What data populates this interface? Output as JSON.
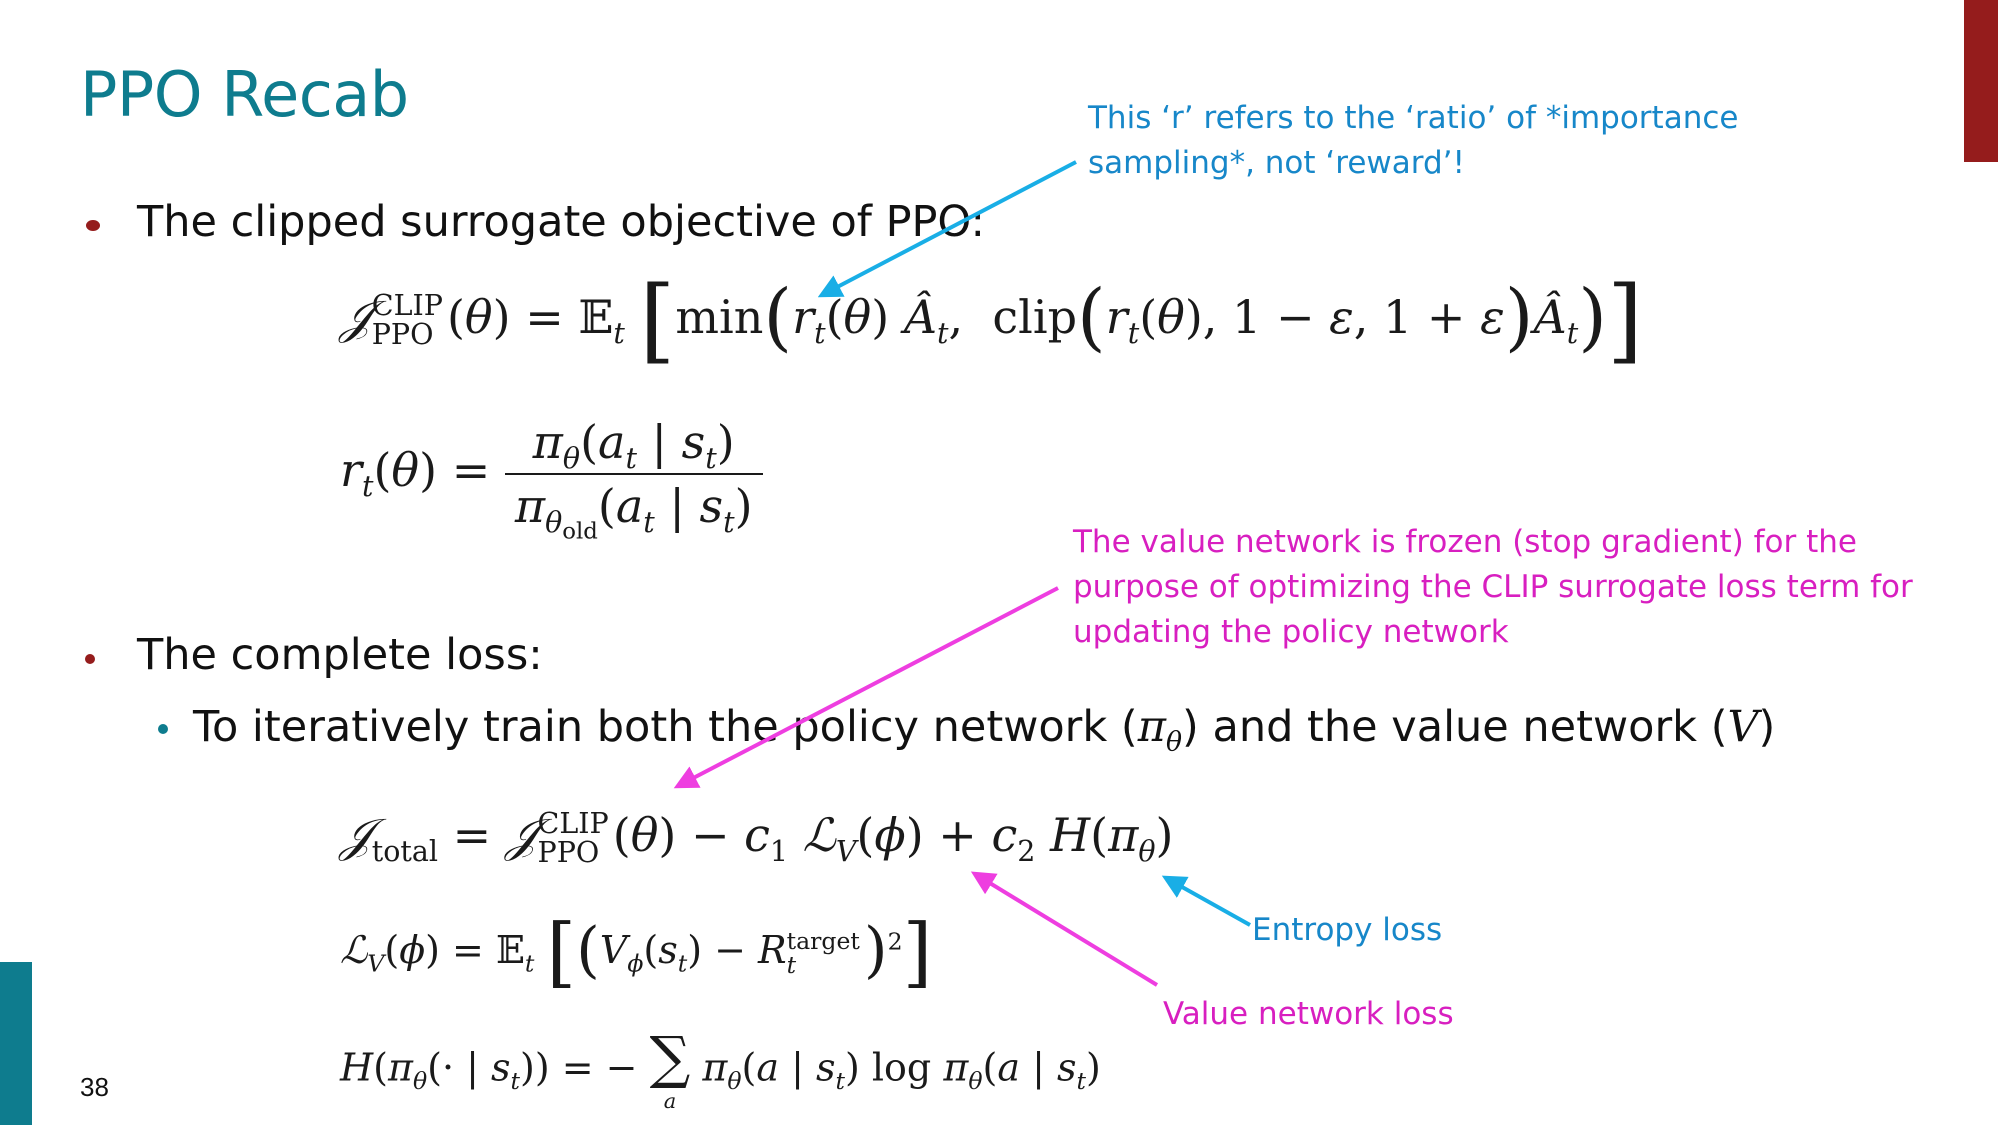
{
  "slide": {
    "title": "PPO Recab",
    "page_number": "38",
    "accent_teal": "#0e7c8e",
    "accent_red": "#951c1c"
  },
  "bullets": [
    {
      "text": "The clipped surrogate objective of PPO:"
    },
    {
      "text": "The complete loss:"
    }
  ],
  "sub_bullet": {
    "prefix": "To iteratively train both the policy network (",
    "pi_symbol": "π",
    "pi_sub": "θ",
    "middle": ") and the value network (",
    "v_symbol": "V",
    "suffix": ")"
  },
  "annotations": {
    "r_note_line1": "This ‘r’ refers to the ‘ratio’ of *importance",
    "r_note_line2": "sampling*, not ‘reward’!",
    "value_frozen_line1": "The value network is frozen (stop gradient) for the",
    "value_frozen_line2": "purpose of optimizing the CLIP surrogate loss term for",
    "value_frozen_line3": "updating the policy network",
    "entropy_loss": "Entropy loss",
    "value_network_loss": "Value network loss",
    "blue_color": "#1787c9",
    "pink_color": "#d81fc0"
  }
}
